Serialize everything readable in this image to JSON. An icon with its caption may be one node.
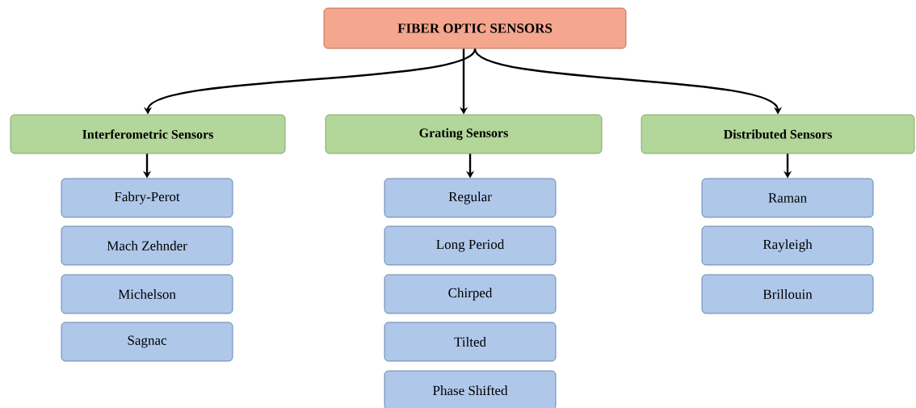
{
  "diagram": {
    "nodes": [
      {
        "text": [
          "FIBER OPTIC SENSORS"
        ]
      },
      {
        "text": [
          "Interferometric Sensors"
        ]
      },
      {
        "text": [
          "Grating Sensors"
        ]
      },
      {
        "text": [
          "Distributed Sensors"
        ]
      },
      {
        "text": [
          "Fabry-Perot"
        ]
      },
      {
        "text": [
          "Mach Zehnder"
        ]
      },
      {
        "text": [
          "Michelson"
        ]
      },
      {
        "text": [
          "Sagnac"
        ]
      },
      {
        "text": [
          "Regular"
        ]
      },
      {
        "text": [
          "Long Period"
        ]
      },
      {
        "text": [
          "Chirped"
        ]
      },
      {
        "text": [
          "Tilted"
        ]
      },
      {
        "text": [
          "Phase Shifted"
        ]
      },
      {
        "text": [
          "Raman"
        ]
      },
      {
        "text": [
          "Rayleigh"
        ]
      },
      {
        "text": [
          "Brillouin"
        ]
      }
    ],
    "edges": [
      {
        "from": 0,
        "to": 1,
        "arrow": "to"
      },
      {
        "from": 0,
        "to": 2,
        "arrow": "to"
      },
      {
        "from": 0,
        "to": 3,
        "arrow": "to"
      },
      {
        "from": 1,
        "to": 4,
        "arrow": "to"
      },
      {
        "from": 2,
        "to": 8,
        "arrow": "to"
      },
      {
        "from": 3,
        "to": 13,
        "arrow": "to"
      }
    ]
  }
}
